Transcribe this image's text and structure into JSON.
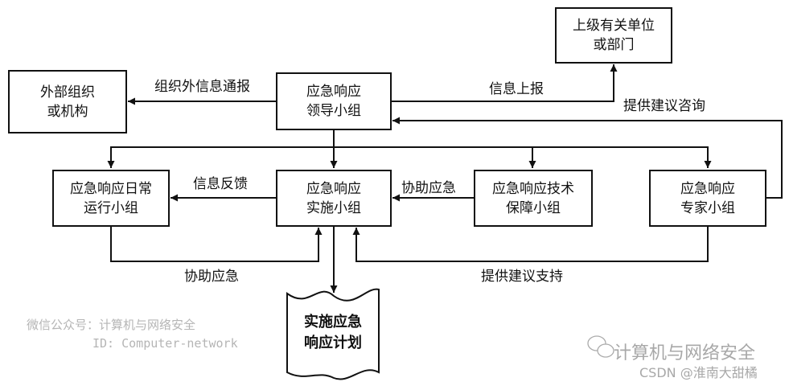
{
  "nodes": {
    "external_org": {
      "line1": "外部组织",
      "line2": "或机构"
    },
    "leadership": {
      "line1": "应急响应",
      "line2": "领导小组"
    },
    "superior": {
      "line1": "上级有关单位",
      "line2": "或部门"
    },
    "daily_ops": {
      "line1": "应急响应日常",
      "line2": "运行小组"
    },
    "implementation": {
      "line1": "应急响应",
      "line2": "实施小组"
    },
    "tech_support": {
      "line1": "应急响应技术",
      "line2": "保障小组"
    },
    "experts": {
      "line1": "应急响应",
      "line2": "专家小组"
    },
    "plan": {
      "line1": "实施应急",
      "line2": "响应计划"
    }
  },
  "edges": {
    "external_notice": "组织外信息通报",
    "report_up": "信息上报",
    "advice_consult": "提供建议咨询",
    "feedback": "信息反馈",
    "assist_from_tech": "协助应急",
    "assist_from_daily": "协助应急",
    "advice_support": "提供建议支持"
  },
  "watermarks": {
    "wechat_line1": "微信公众号：计算机与网络安全",
    "wechat_line2": "ID: Computer-network",
    "brand": "计算机与网络安全",
    "csdn": "CSDN @淮南大甜橘"
  },
  "colors": {
    "line": "#111111",
    "watermark": "#b5b5b5"
  }
}
